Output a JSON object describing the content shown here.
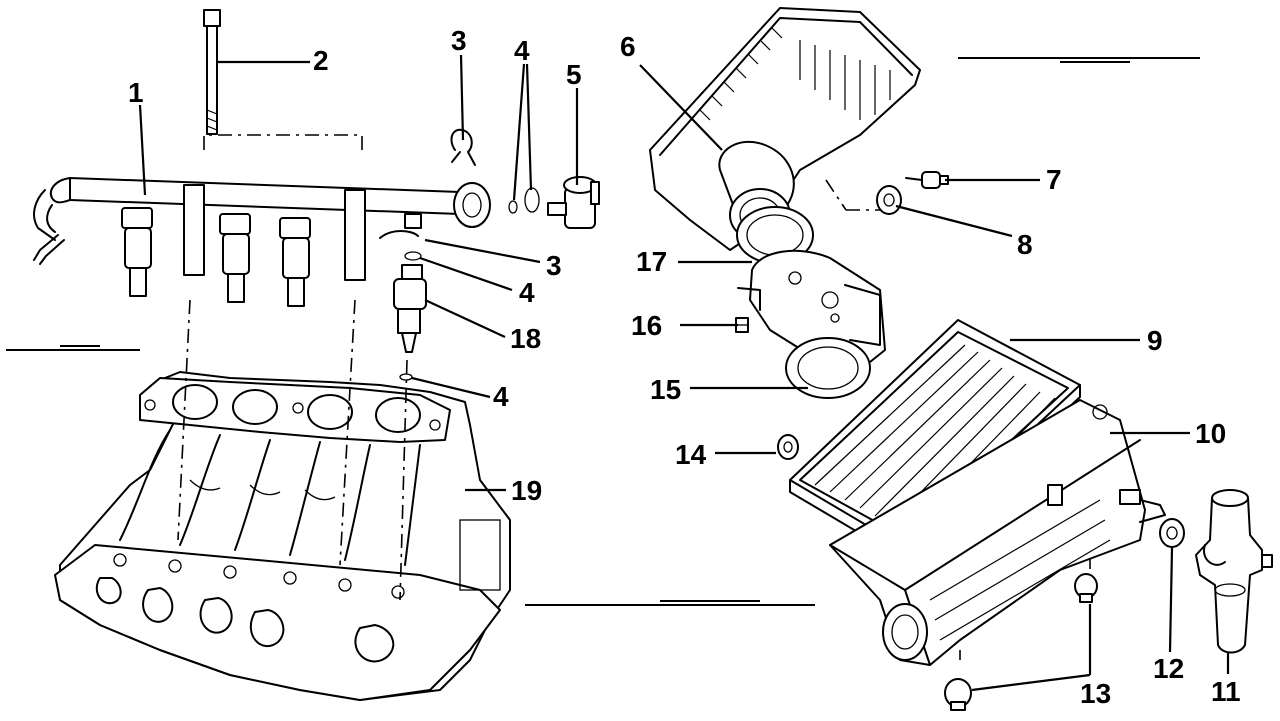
{
  "callouts": [
    {
      "id": "c1",
      "text": "1"
    },
    {
      "id": "c2",
      "text": "2"
    },
    {
      "id": "c3a",
      "text": "3"
    },
    {
      "id": "c4a",
      "text": "4"
    },
    {
      "id": "c5",
      "text": "5"
    },
    {
      "id": "c6",
      "text": "6"
    },
    {
      "id": "c7",
      "text": "7"
    },
    {
      "id": "c8",
      "text": "8"
    },
    {
      "id": "c3b",
      "text": "3"
    },
    {
      "id": "c4b",
      "text": "4"
    },
    {
      "id": "c17",
      "text": "17"
    },
    {
      "id": "c16",
      "text": "16"
    },
    {
      "id": "c18",
      "text": "18"
    },
    {
      "id": "c9",
      "text": "9"
    },
    {
      "id": "c15",
      "text": "15"
    },
    {
      "id": "c4c",
      "text": "4"
    },
    {
      "id": "c14",
      "text": "14"
    },
    {
      "id": "c10",
      "text": "10"
    },
    {
      "id": "c19",
      "text": "19"
    },
    {
      "id": "c12",
      "text": "12"
    },
    {
      "id": "c11",
      "text": "11"
    },
    {
      "id": "c13",
      "text": "13"
    }
  ]
}
